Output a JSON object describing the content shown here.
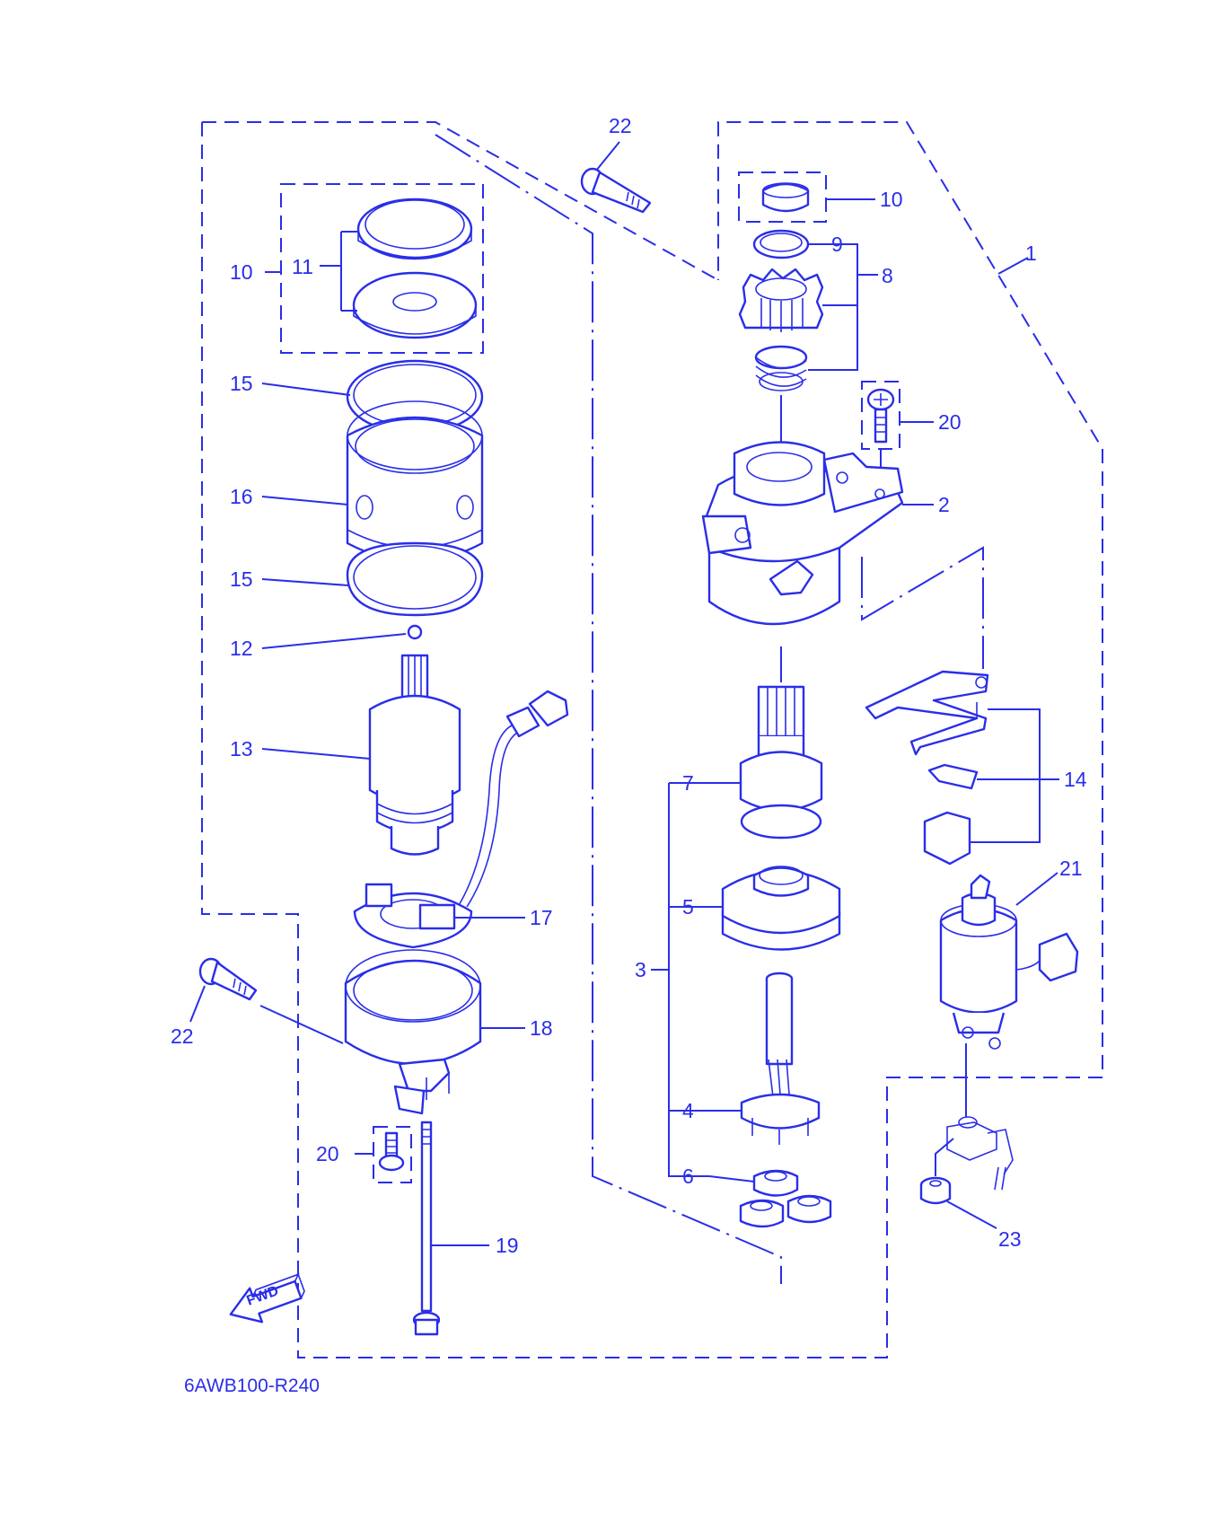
{
  "diagram": {
    "drawing_code": "6AWB100-R240",
    "direction_marker": "FWD",
    "callouts": {
      "c1": "1",
      "c2": "2",
      "c3": "3",
      "c4": "4",
      "c5": "5",
      "c6": "6",
      "c7": "7",
      "c8": "8",
      "c9": "9",
      "c10a": "10",
      "c10b": "10",
      "c11": "11",
      "c12": "12",
      "c13": "13",
      "c14": "14",
      "c15a": "15",
      "c15b": "15",
      "c16": "16",
      "c17": "17",
      "c18": "18",
      "c19": "19",
      "c20a": "20",
      "c20b": "20",
      "c21": "21",
      "c22a": "22",
      "c22b": "22",
      "c23": "23"
    },
    "colors": {
      "line": "#2a2ee8",
      "background": "#ffffff"
    }
  }
}
